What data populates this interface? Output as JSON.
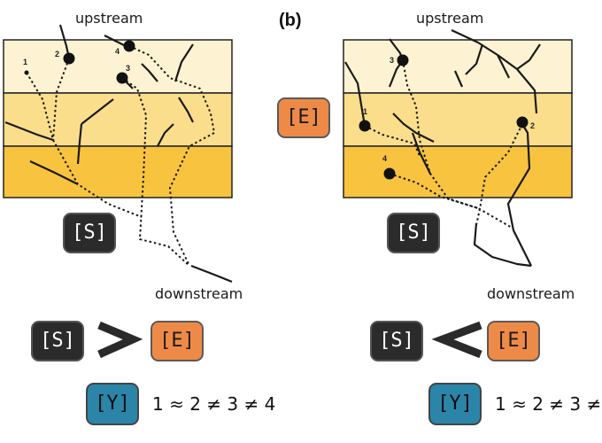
{
  "panel_b_tag": "(b)",
  "labels": {
    "upstream": "upstream",
    "downstream": "downstream"
  },
  "badges": {
    "S": "[S]",
    "E": "[E]",
    "Y": "[Y]"
  },
  "panel_a": {
    "site_numbers": [
      "1",
      "2",
      "3",
      "4"
    ],
    "relation": "1 ≈ 2 ≠ 3 ≠ 4"
  },
  "panel_b": {
    "site_numbers": [
      "1",
      "2",
      "3",
      "4"
    ],
    "relation": "1 ≈ 2 ≠ 3 ≠"
  },
  "colors": {
    "band_light": "#fdf3d2",
    "band_mid": "#fbde8c",
    "band_dark": "#f8c440",
    "badge_s": "#2b2b2b",
    "badge_e": "#ee8a47",
    "badge_y": "#2a85a8"
  }
}
